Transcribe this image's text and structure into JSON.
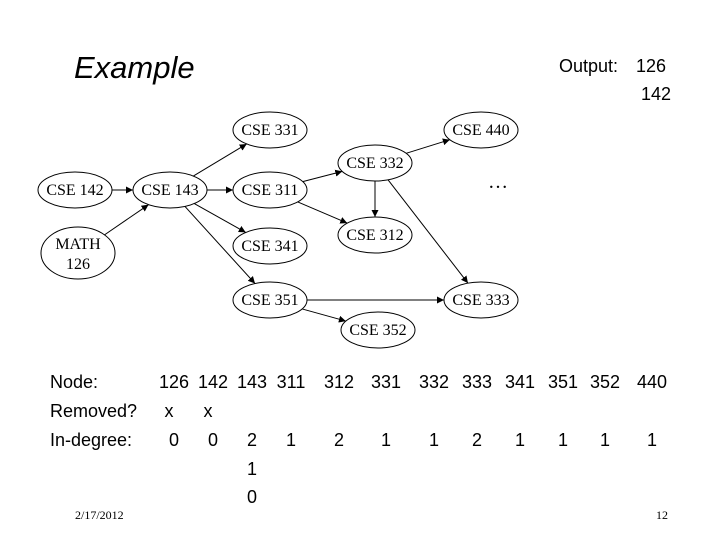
{
  "title": "Example",
  "output": {
    "label": "Output:",
    "values": [
      "126",
      "142"
    ]
  },
  "graph": {
    "nodes": [
      {
        "id": "cse142",
        "label": "CSE 142"
      },
      {
        "id": "math126",
        "label_lines": [
          "MATH",
          "126"
        ]
      },
      {
        "id": "cse143",
        "label": "CSE 143"
      },
      {
        "id": "cse331",
        "label": "CSE 331"
      },
      {
        "id": "cse311",
        "label": "CSE 311"
      },
      {
        "id": "cse341",
        "label": "CSE 341"
      },
      {
        "id": "cse351",
        "label": "CSE 351"
      },
      {
        "id": "cse332",
        "label": "CSE 332"
      },
      {
        "id": "cse312",
        "label": "CSE 312"
      },
      {
        "id": "cse352",
        "label": "CSE 352"
      },
      {
        "id": "cse440",
        "label": "CSE 440"
      },
      {
        "id": "cse333",
        "label": "CSE 333"
      }
    ],
    "edges": [
      [
        "cse142",
        "cse143"
      ],
      [
        "math126",
        "cse143"
      ],
      [
        "cse143",
        "cse331"
      ],
      [
        "cse143",
        "cse311"
      ],
      [
        "cse143",
        "cse341"
      ],
      [
        "cse143",
        "cse351"
      ],
      [
        "cse311",
        "cse332"
      ],
      [
        "cse311",
        "cse312"
      ],
      [
        "cse332",
        "cse312"
      ],
      [
        "cse332",
        "cse440"
      ],
      [
        "cse332",
        "cse333"
      ],
      [
        "cse351",
        "cse333"
      ],
      [
        "cse351",
        "cse352"
      ]
    ],
    "ellipsis": "…"
  },
  "table": {
    "node_label": "Node:",
    "removed_label": "Removed?",
    "indegree_label": "In-degree:",
    "columns": [
      {
        "node": "126",
        "removed": "x",
        "indegree": "0"
      },
      {
        "node": "142",
        "removed": "x",
        "indegree": "0"
      },
      {
        "node": "143",
        "removed": "",
        "indegree": "2",
        "history": [
          "1",
          "0"
        ]
      },
      {
        "node": "311",
        "removed": "",
        "indegree": "1"
      },
      {
        "node": "312",
        "removed": "",
        "indegree": "2"
      },
      {
        "node": "331",
        "removed": "",
        "indegree": "1"
      },
      {
        "node": "332",
        "removed": "",
        "indegree": "1"
      },
      {
        "node": "333",
        "removed": "",
        "indegree": "2"
      },
      {
        "node": "341",
        "removed": "",
        "indegree": "1"
      },
      {
        "node": "351",
        "removed": "",
        "indegree": "1"
      },
      {
        "node": "352",
        "removed": "",
        "indegree": "1"
      },
      {
        "node": "440",
        "removed": "",
        "indegree": "1"
      }
    ]
  },
  "footer": {
    "date": "2/17/2012",
    "page": "12"
  }
}
